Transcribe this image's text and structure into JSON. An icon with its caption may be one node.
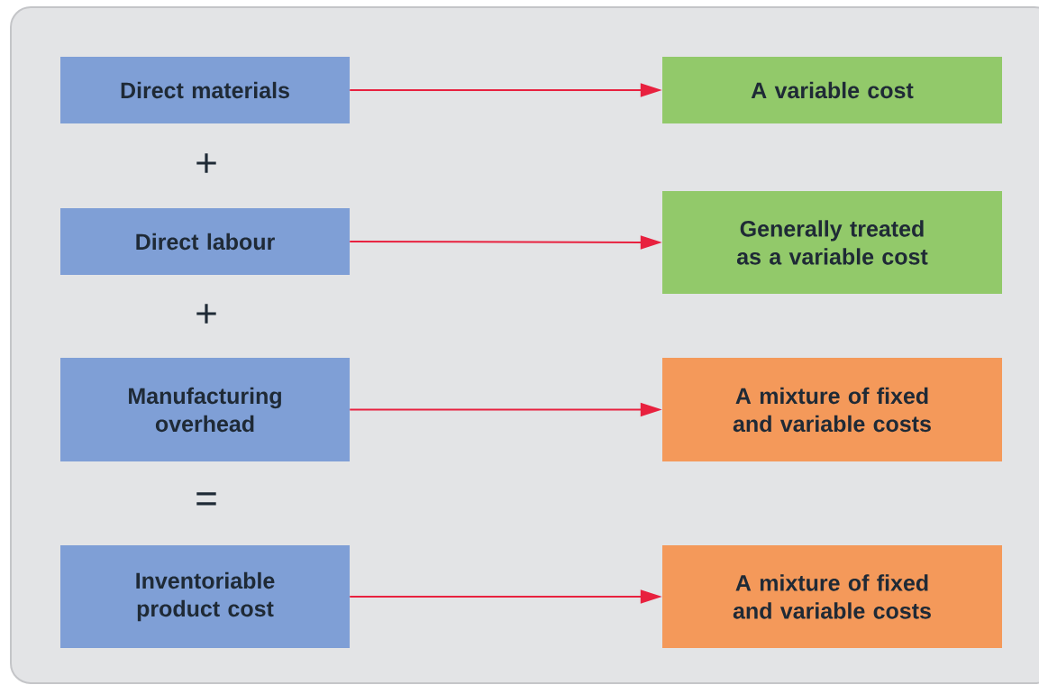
{
  "diagram": {
    "nodes": [
      {
        "text": [
          "Direct materials"
        ]
      },
      {
        "text": [
          "A variable cost"
        ]
      },
      {
        "text": [
          "Direct labour"
        ]
      },
      {
        "text": [
          "Generally treated as a variable cost"
        ]
      },
      {
        "text": [
          "Manufacturing overhead"
        ]
      },
      {
        "text": [
          "A mixture of fixed and variable costs"
        ]
      },
      {
        "text": [
          "Inventoriable product cost"
        ]
      },
      {
        "text": [
          "A mixture of fixed and variable costs"
        ]
      }
    ],
    "edges": [
      {
        "from": 0,
        "to": 1,
        "arrow": "to"
      },
      {
        "from": 2,
        "to": 3,
        "arrow": "to"
      },
      {
        "from": 4,
        "to": 5,
        "arrow": "to"
      },
      {
        "from": 6,
        "to": 7,
        "arrow": "to"
      }
    ],
    "labels": [
      "+",
      "+",
      "="
    ]
  }
}
